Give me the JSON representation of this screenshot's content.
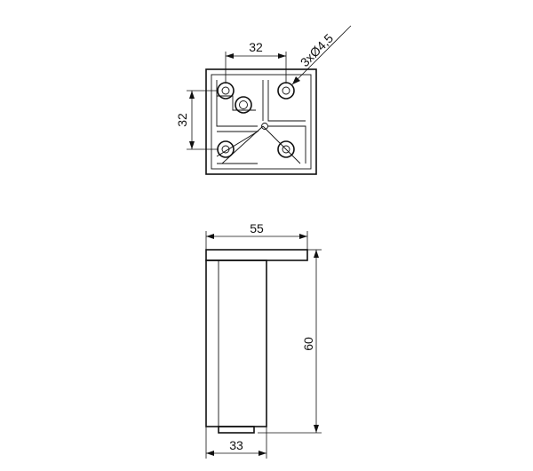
{
  "drawing": {
    "top_view": {
      "dim_hole_spacing_horizontal": "32",
      "dim_hole_spacing_vertical": "32",
      "hole_callout": "3xØ4,5"
    },
    "side_view": {
      "dim_plate_width": "55",
      "dim_total_height": "60",
      "dim_leg_width": "33"
    }
  }
}
